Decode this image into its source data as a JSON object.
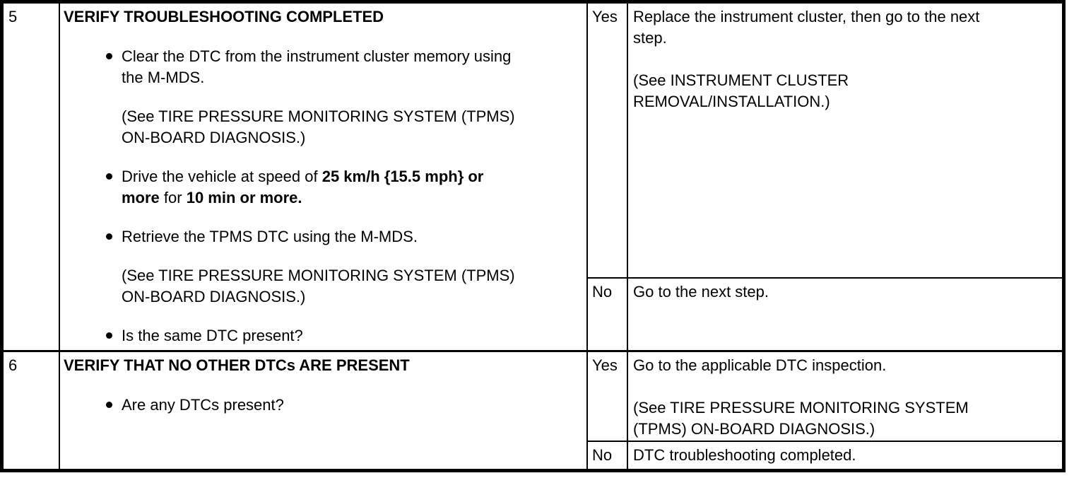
{
  "colors": {
    "text": "#000000",
    "background": "#ffffff",
    "border": "#000000"
  },
  "table": {
    "columns": {
      "step": "",
      "action": "",
      "yes_no": "",
      "result": ""
    },
    "rows": [
      {
        "step": "5",
        "action": {
          "title": "VERIFY TROUBLESHOOTING COMPLETED",
          "bullet1": "Clear the DTC from the instrument cluster memory using\nthe M-MDS.",
          "note1": "(See TIRE PRESSURE MONITORING SYSTEM (TPMS)\nON-BOARD DIAGNOSIS.)",
          "bullet2_seg0": "Drive the vehicle at speed of ",
          "bullet2_seg1": "25 km/h {15.5 mph} or\nmore",
          "bullet2_seg2": " for ",
          "bullet2_seg3": "10 min or more.",
          "bullet3": "Retrieve the TPMS DTC using the M-MDS.",
          "note2": "(See TIRE PRESSURE MONITORING SYSTEM (TPMS)\nON-BOARD DIAGNOSIS.)",
          "bullet4": "Is the same DTC present?"
        },
        "yes": {
          "label": "Yes",
          "result": "Replace the instrument cluster, then go to the next\nstep.\n\n(See INSTRUMENT CLUSTER\nREMOVAL/INSTALLATION.)"
        },
        "no": {
          "label": "No",
          "result": "Go to the next step."
        }
      },
      {
        "step": "6",
        "action": {
          "title": "VERIFY THAT NO OTHER DTCs ARE PRESENT",
          "bullet1": "Are any DTCs present?"
        },
        "yes": {
          "label": "Yes",
          "result": "Go to the applicable DTC inspection.\n\n(See TIRE PRESSURE MONITORING SYSTEM\n(TPMS) ON-BOARD DIAGNOSIS.)"
        },
        "no": {
          "label": "No",
          "result": "DTC troubleshooting completed."
        }
      }
    ]
  }
}
